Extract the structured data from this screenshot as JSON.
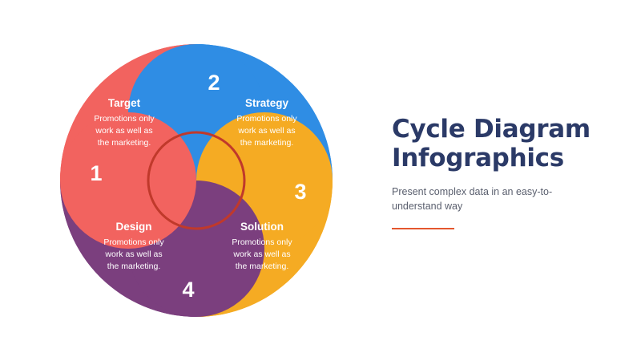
{
  "diagram": {
    "type": "cycle-diagram",
    "center_ring_color": "#c0392b",
    "quadrants": [
      {
        "number": "1",
        "title": "Target",
        "body": [
          "Promotions only",
          "work as well as",
          "the marketing."
        ],
        "color": "#f2635f",
        "position": "top-left"
      },
      {
        "number": "2",
        "title": "Strategy",
        "body": [
          "Promotions only",
          "work as well as",
          "the marketing."
        ],
        "color": "#2f8de4",
        "position": "top-right"
      },
      {
        "number": "3",
        "title": "Solution",
        "body": [
          "Promotions only",
          "work as well as",
          "the marketing."
        ],
        "color": "#f5ab23",
        "position": "bottom-right"
      },
      {
        "number": "4",
        "title": "Design",
        "body": [
          "Promotions only",
          "work as well as",
          "the marketing."
        ],
        "color": "#7b3f7e",
        "position": "bottom-left"
      }
    ]
  },
  "content": {
    "headline_line1": "Cycle Diagram",
    "headline_line2": "Infographics",
    "subtext": "Present complex data in an easy-to-understand way",
    "accent_color": "#e4572e",
    "headline_color": "#2b3a67"
  }
}
